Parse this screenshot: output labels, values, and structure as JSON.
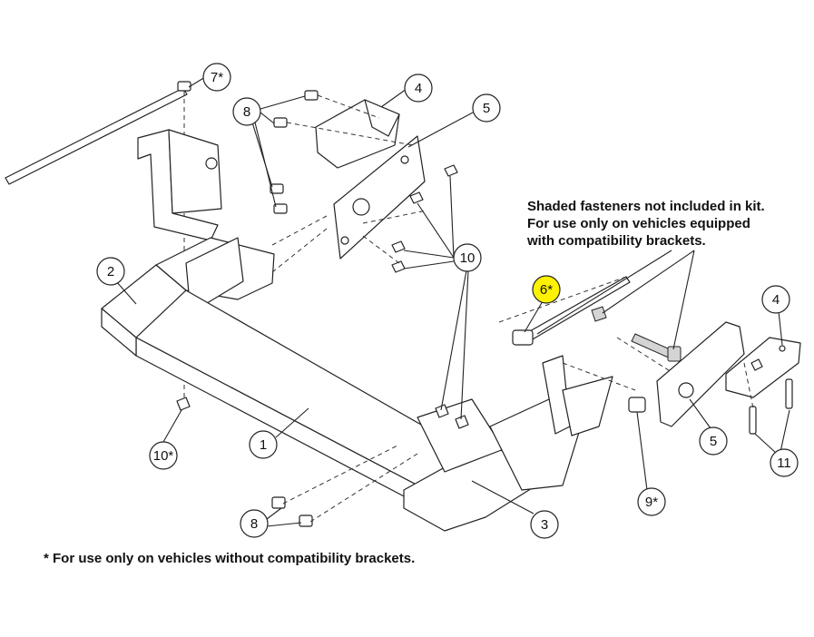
{
  "notes": {
    "top_line1": "Shaded fasteners not included in kit.",
    "top_line2": "For use only on vehicles equipped",
    "top_line3": "with compatibility brackets.",
    "bottom": "* For use only on vehicles without compatibility brackets."
  },
  "callouts": {
    "c1": "1",
    "c2": "2",
    "c3": "3",
    "c4a": "4",
    "c4b": "4",
    "c5a": "5",
    "c5b": "5",
    "c6": "6*",
    "c7": "7*",
    "c8a": "8",
    "c8b": "8",
    "c9": "9*",
    "c10a": "10",
    "c10b": "10*",
    "c11": "11"
  },
  "highlight_color": "#fff200"
}
